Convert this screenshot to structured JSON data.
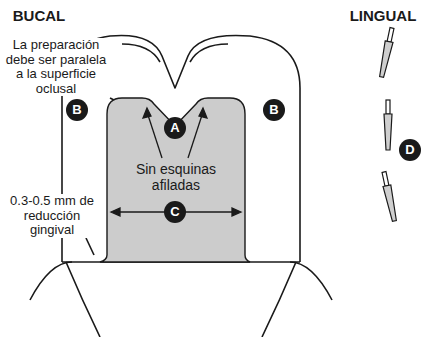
{
  "diagram": {
    "nodes": [
      {
        "text": [
          "Sin esquinas afiladas"
        ]
      },
      {
        "text": [
          "A"
        ]
      },
      {
        "text": [
          "B"
        ]
      },
      {
        "text": [
          "B"
        ]
      },
      {
        "text": [
          "C"
        ],
        "in": 0
      },
      {
        "text": [
          "D"
        ]
      }
    ],
    "labels": [
      "BUCAL",
      "LINGUAL",
      "La preparación debe ser paralela a la superficie oclusal",
      "0.3-0.5 mm de reducción gingival"
    ]
  }
}
